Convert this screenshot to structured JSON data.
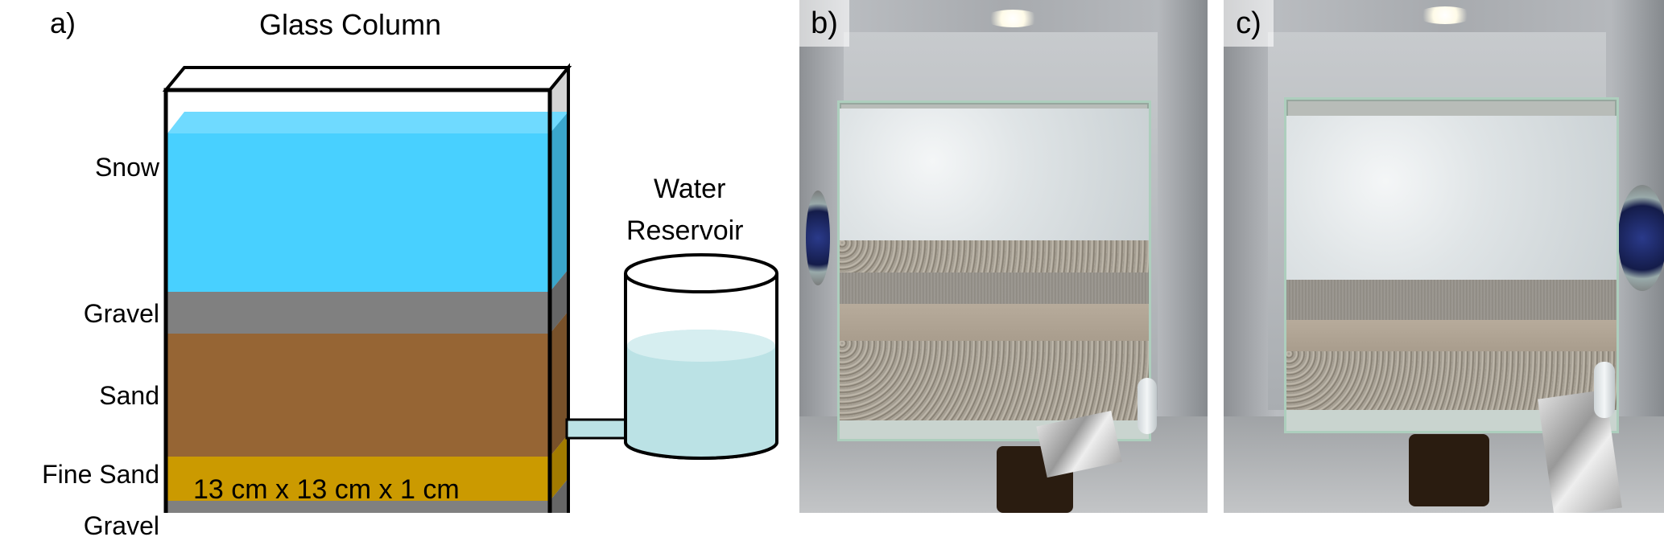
{
  "panel_a": {
    "label": "a)",
    "title": "Glass Column",
    "layers": [
      {
        "name": "Snow",
        "color": "#48D0FF"
      },
      {
        "name": "Gravel",
        "color": "#808080"
      },
      {
        "name": "Sand",
        "color": "#966534"
      },
      {
        "name": "Fine Sand",
        "color": "#CB9A00"
      },
      {
        "name": "Gravel",
        "color": "#808080"
      }
    ],
    "dimensions": "13 cm x 13 cm x 1 cm",
    "reservoir_label_line1": "Water",
    "reservoir_label_line2": "Reservoir",
    "water_color": "#BBE2E5"
  },
  "panel_b": {
    "label": "b)"
  },
  "panel_c": {
    "label": "c)"
  }
}
